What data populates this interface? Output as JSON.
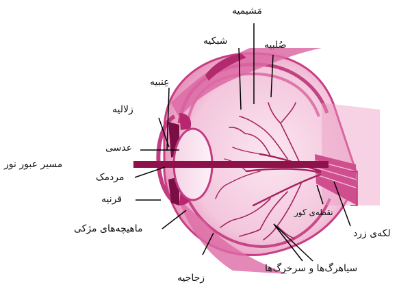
{
  "diagram": {
    "colors": {
      "tissue": "#d24b90",
      "tissue_dark": "#a11f63",
      "tissue_light": "#f0b8d5",
      "background_pink": "#f7dbe9",
      "vessel": "#9c1f5c",
      "light_path": "#8f1149",
      "line": "#000000"
    },
    "labels": {
      "choroid": "مَشیمیه",
      "retina": "شبکیه",
      "sclera": "صُلبیه",
      "uvea": "عِنبیه",
      "aqueous_humor": "زلالیه",
      "lens": "عدسی",
      "light_path": "مسیر عبور نور",
      "pupil": "مردمک",
      "cornea": "قرنیه",
      "ciliary_muscles": "ماهیچه‌های مژکی",
      "blind_spot": "نقطه‌ی کور",
      "yellow_spot": "لکه‌ی زرد",
      "vessels": "سیاهرگ‌ها و سرخرگ‌ها",
      "vitreous": "زجاجیه"
    }
  }
}
